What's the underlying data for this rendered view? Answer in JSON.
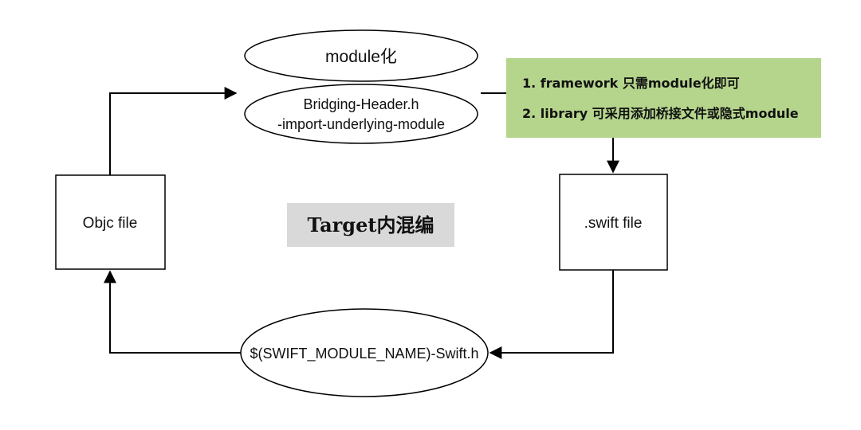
{
  "nodes": {
    "module_ellipse": {
      "label": "module化"
    },
    "bridging_ellipse": {
      "line1": "Bridging-Header.h",
      "line2": "-import-underlying-module"
    },
    "objc_box": {
      "label": "Objc file"
    },
    "swift_box": {
      "label": ".swift file"
    },
    "swift_header_ellipse": {
      "label": "$(SWIFT_MODULE_NAME)-Swift.h"
    },
    "center_label": {
      "label": "Target内混编"
    },
    "note_box": {
      "line1": "1. framework 只需module化即可",
      "line2": "2. library 可采用添加桥接文件或隐式module"
    }
  },
  "colors": {
    "stroke": "#000000",
    "note_fill": "#b5d58c",
    "center_fill": "#d9d9d9"
  }
}
